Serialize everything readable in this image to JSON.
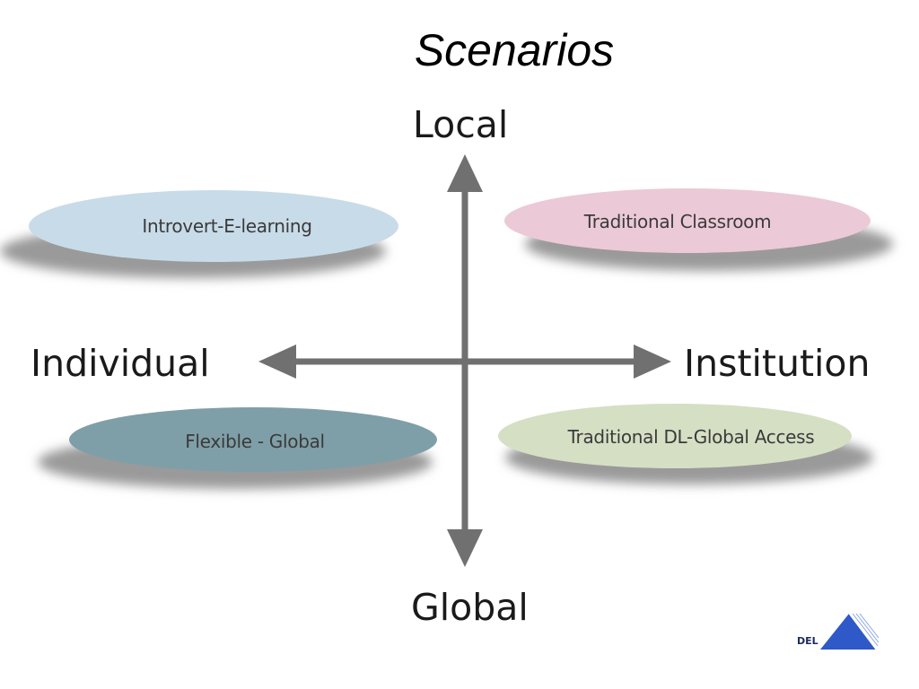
{
  "title": "Scenarios",
  "axes": {
    "top": "Local",
    "bottom": "Global",
    "left": "Individual",
    "right": "Institution"
  },
  "quadrants": {
    "top_left": {
      "label": "Introvert-E-learning",
      "color": "#c8dbe8"
    },
    "top_right": {
      "label": "Traditional Classroom",
      "color": "#ecc9d6"
    },
    "bottom_left": {
      "label": "Flexible - Global",
      "color": "#7f9fa8"
    },
    "bottom_right": {
      "label": "Traditional DL-Global Access",
      "color": "#d5dfc4"
    }
  },
  "colors": {
    "arrow": "#707070",
    "shadow": "#9a9a9a"
  },
  "logo": {
    "text": "DEL",
    "color": "#2f59c8"
  }
}
